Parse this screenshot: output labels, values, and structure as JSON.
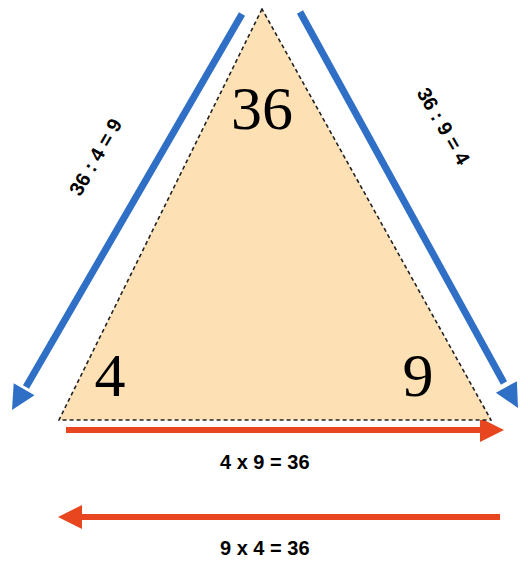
{
  "diagram": {
    "nodes": [
      {
        "text": [
          "36",
          "4",
          "9"
        ]
      }
    ],
    "labels": [
      "36 : 4 = 9",
      "36 : 9 = 4",
      "4 x 9 = 36",
      "9 x 4 = 36"
    ]
  }
}
